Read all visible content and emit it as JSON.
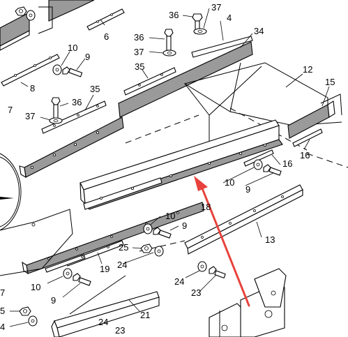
{
  "diagram": {
    "labels": {
      "l36a": "36",
      "l37a": "37",
      "l4": "4",
      "l34": "34",
      "l6": "6",
      "l36b": "36",
      "l37b": "37",
      "l35a": "35",
      "l10a": "10",
      "l9a": "9",
      "l8": "8",
      "l7a": "7",
      "l35b": "35",
      "l36c": "36",
      "l37c": "37",
      "l12": "12",
      "l15": "15",
      "l16a": "16",
      "l16b": "16",
      "l10b": "10",
      "l9b": "9",
      "l18": "18",
      "l13": "13",
      "l10c": "10",
      "l9c": "9",
      "l25a": "25",
      "l24a": "24",
      "l19": "19",
      "l10d": "10",
      "l9d": "9",
      "l7b": "7",
      "l24b": "24",
      "l23a": "23",
      "l21": "21",
      "l5": "5",
      "l4b": "4",
      "l24c": "24",
      "l23b": "23"
    },
    "arrow_color": "#e8413c"
  }
}
